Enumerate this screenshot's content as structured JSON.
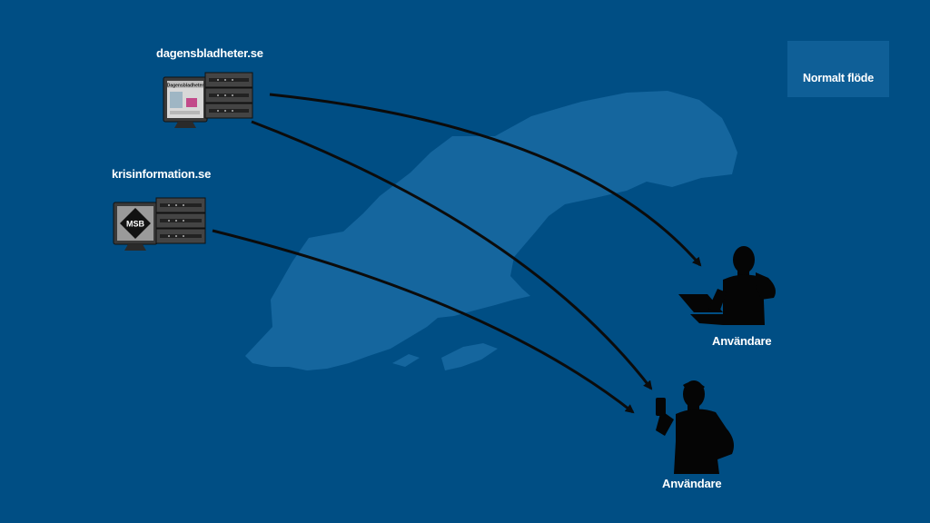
{
  "servers": [
    {
      "domain": "dagensbladheter.se",
      "screen_text": "Dagensbladheter"
    },
    {
      "domain": "krisinformation.se",
      "screen_text": "MSB"
    }
  ],
  "users": [
    {
      "label": "Användare"
    },
    {
      "label": "Användare"
    }
  ],
  "legend": {
    "label": "Normalt flöde"
  },
  "colors": {
    "background": "#004e84",
    "map": "#15669e",
    "legend_box": "#0f5f97",
    "arrow": "#0b0b0b",
    "text": "#ffffff"
  }
}
